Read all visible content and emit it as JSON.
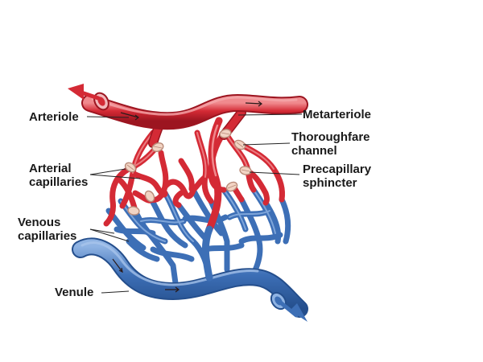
{
  "labels": {
    "arteriole": "Arteriole",
    "metarteriole": "Metarteriole",
    "thoroughfare_line1": "Thoroughfare",
    "thoroughfare_line2": "channel",
    "arterial_line1": "Arterial",
    "arterial_line2": "capillaries",
    "precapillary_line1": "Precapillary",
    "precapillary_line2": "sphincter",
    "venous_line1": "Venous",
    "venous_line2": "capillaries",
    "venule": "Venule"
  },
  "colors": {
    "artery": "#d42a35",
    "artery_light": "#f08a8e",
    "vein": "#3d6fb6",
    "vein_light": "#8fb3e3",
    "sphincter": "#f2d4c4",
    "sphincter_stroke": "#b88a78",
    "leader": "#222222",
    "flow_arrow": "#2a1a1a"
  },
  "icons": {
    "flow_direction": "arrow-icon",
    "sphincter_ring": "ring-icon"
  }
}
